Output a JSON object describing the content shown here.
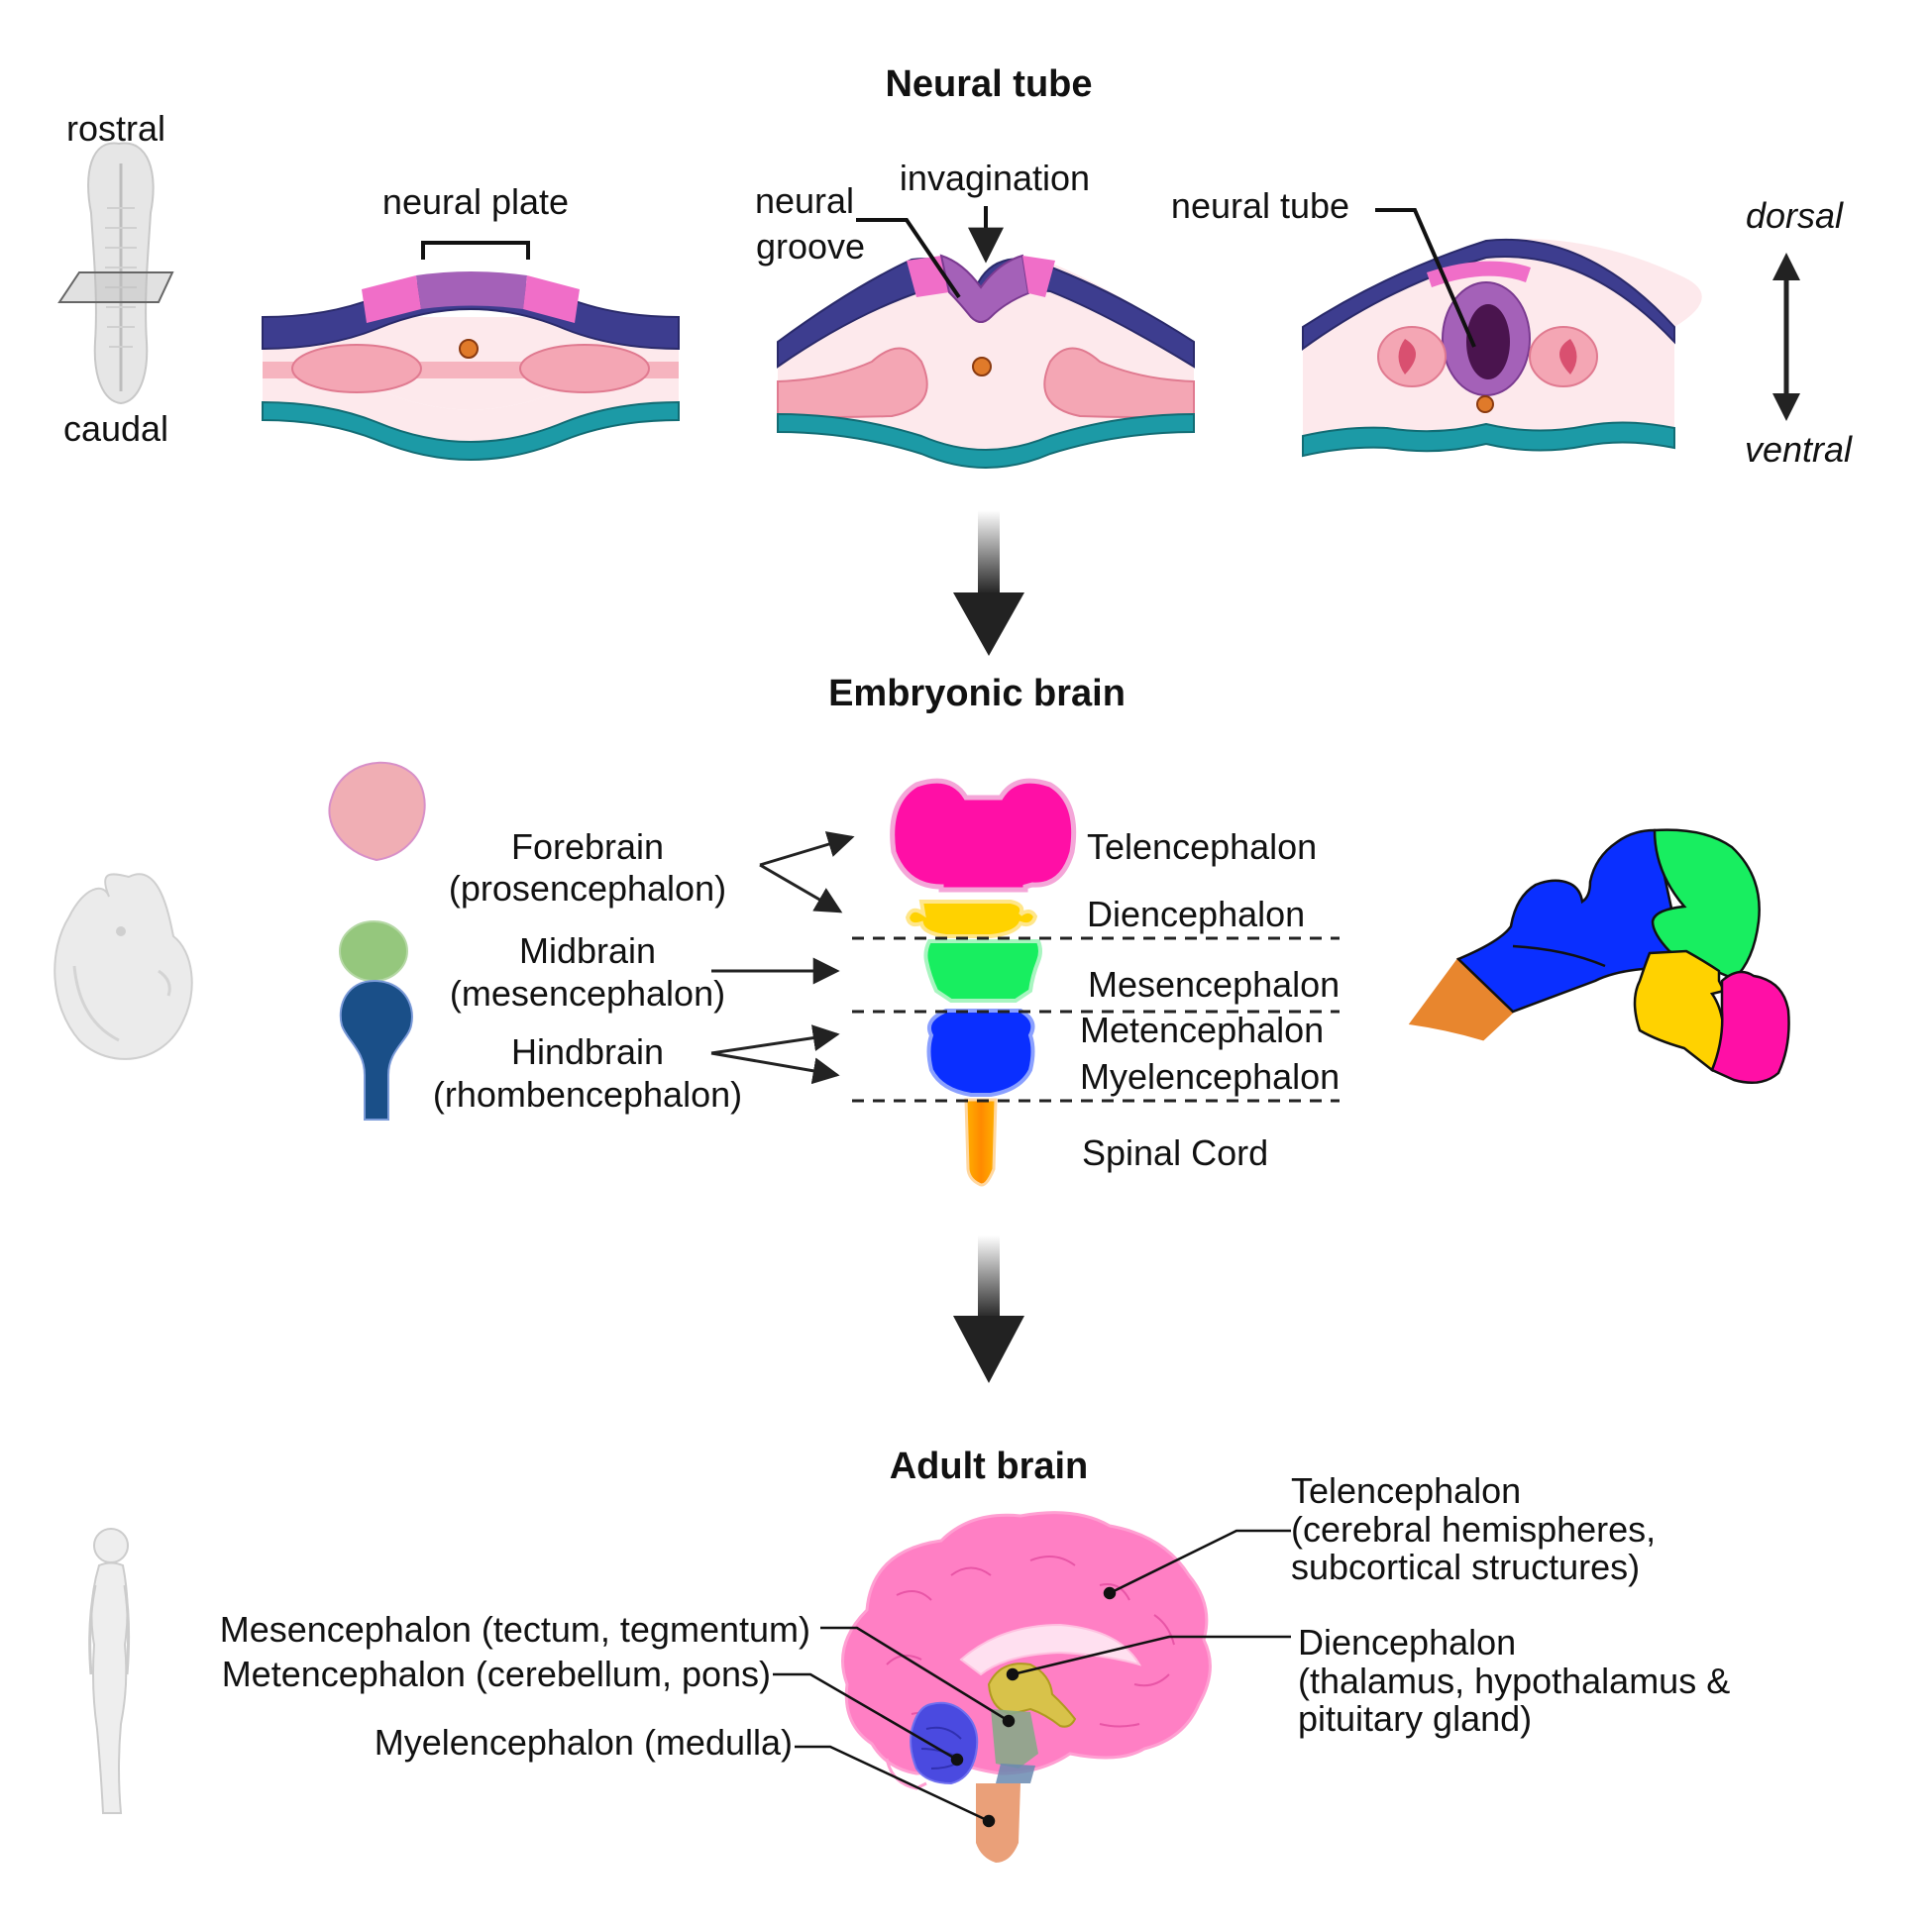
{
  "sections": {
    "neural_tube_title": "Neural tube",
    "embryonic_brain_title": "Embryonic brain",
    "adult_brain_title": "Adult brain"
  },
  "neural_tube": {
    "rostral": "rostral",
    "caudal": "caudal",
    "neural_plate": "neural plate",
    "neural_groove_1": "neural",
    "neural_groove_2": "groove",
    "invagination": "invagination",
    "neural_tube": "neural tube",
    "dorsal": "dorsal",
    "ventral": "ventral"
  },
  "embryonic": {
    "forebrain": "Forebrain",
    "forebrain_sub": "(prosencephalon)",
    "midbrain": "Midbrain",
    "midbrain_sub": "(mesencephalon)",
    "hindbrain": "Hindbrain",
    "hindbrain_sub": "(rhombencephalon)",
    "telencephalon": "Telencephalon",
    "diencephalon": "Diencephalon",
    "mesencephalon": "Mesencephalon",
    "metencephalon": "Metencephalon",
    "myelencephalon": "Myelencephalon",
    "spinal_cord": "Spinal Cord"
  },
  "adult": {
    "telencephalon_1": "Telencephalon",
    "telencephalon_2": "(cerebral hemispheres,",
    "telencephalon_3": "subcortical structures)",
    "diencephalon_1": "Diencephalon",
    "diencephalon_2": "(thalamus, hypothalamus &",
    "diencephalon_3": "pituitary gland)",
    "mesencephalon": "Mesencephalon (tectum, tegmentum)",
    "metencephalon": "Metencephalon (cerebellum, pons)",
    "myelencephalon": "Myelencephalon (medulla)"
  },
  "colors": {
    "ectoderm": "#3d3d8f",
    "neural_crest": "#f06ec8",
    "neural_plate": "#a461b8",
    "mesoderm": "#f4a6b4",
    "endoderm": "#1c9aa6",
    "notochord": "#e07a2a",
    "telencephalon": "#ff0fa6",
    "diencephalon": "#ffd200",
    "mesencephalon": "#18ee60",
    "rhombencephalon": "#0a2fff",
    "spinal_cord": "#ff8c00",
    "forebrain_vesicle": "#f0aeb4",
    "midbrain_vesicle": "#95c77d",
    "hindbrain_vesicle": "#1a4f88"
  }
}
